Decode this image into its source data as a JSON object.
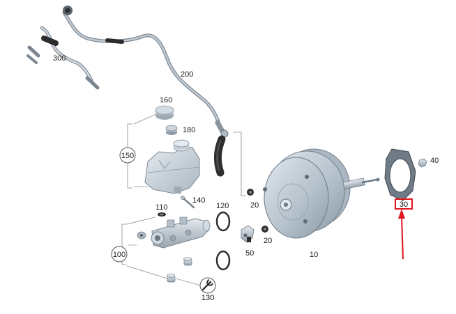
{
  "diagram": {
    "labels": {
      "p10": "10",
      "p20a": "20",
      "p20b": "20",
      "p30": "30",
      "p40": "40",
      "p50": "50",
      "p100": "100",
      "p110": "110",
      "p120": "120",
      "p130": "130",
      "p140": "140",
      "p150": "150",
      "p160": "160",
      "p180": "180",
      "p200": "200",
      "p300": "300"
    },
    "highlight": {
      "part": "30",
      "color": "#e0141e"
    },
    "colors": {
      "part_fill": "#c9d3dc",
      "part_dark": "#8a97a3",
      "rubber": "#2d2d2d",
      "line": "#555555"
    }
  }
}
